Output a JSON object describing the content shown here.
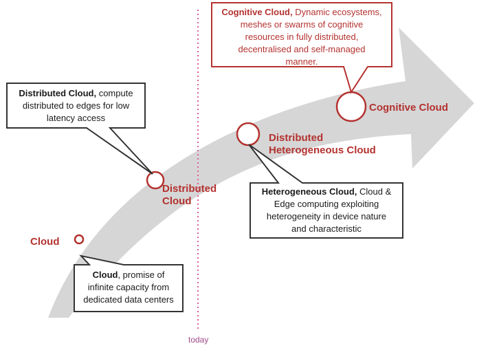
{
  "today_label": "today",
  "stages": {
    "cloud": "Cloud",
    "distributed_line1": "Distributed",
    "distributed_line2": "Cloud",
    "heterogeneous_line1": "Distributed",
    "heterogeneous_line2": "Heterogeneous Cloud",
    "cognitive": "Cognitive Cloud"
  },
  "callouts": {
    "cloud": {
      "title": "Cloud",
      "text_line1": ", promise of",
      "text_line2": "infinite capacity from",
      "text_line3": "dedicated data centers"
    },
    "distributed": {
      "title": "Distributed Cloud,",
      "text_line1": " compute",
      "text_line2": "distributed to edges for low",
      "text_line3": "latency access"
    },
    "heterogeneous": {
      "title": "Heterogeneous Cloud,",
      "text_line1": " Cloud &",
      "text_line2": "Edge computing exploiting",
      "text_line3": "heterogeneity in device nature",
      "text_line4": "and characteristic"
    },
    "cognitive": {
      "title": "Cognitive Cloud,",
      "text_line1": " Dynamic ecosystems,",
      "text_line2": "meshes or swarms of  cognitive",
      "text_line3": "resources in fully distributed,",
      "text_line4": "decentralised  and self-managed",
      "text_line5": "manner."
    }
  },
  "colors": {
    "arrow": "#d6d6d6",
    "accent": "#b3322f",
    "today_line": "#e0609a",
    "callout_border": "#333333"
  }
}
